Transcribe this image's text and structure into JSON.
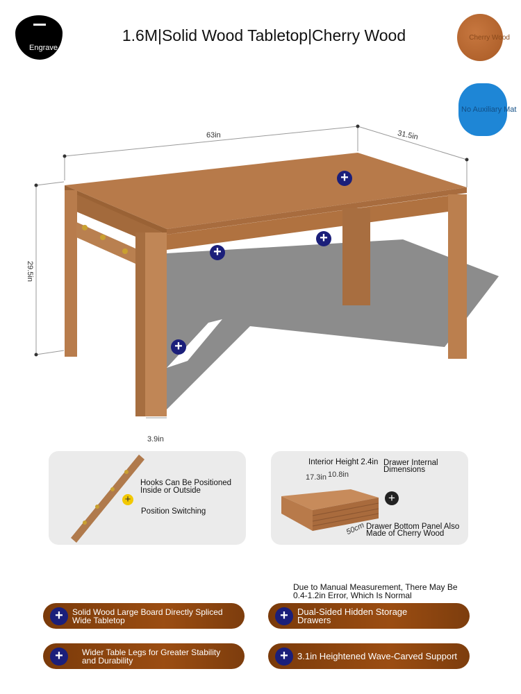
{
  "header": {
    "title": "1.6M|Solid Wood Tabletop|Cherry Wood",
    "engrave_label": "Engrave",
    "color_option": "Cherry Wood",
    "mat_option": "No Auxiliary Mat"
  },
  "dimensions": {
    "length": "63in",
    "width": "31.5in",
    "height": "29.5in",
    "leg": "3.9in"
  },
  "hooks_card": {
    "line1": "Hooks Can Be Positioned",
    "line2": "Inside or Outside",
    "switch": "Position Switching"
  },
  "drawer_card": {
    "interior_height": "Interior Height 2.4in",
    "title1": "Drawer Internal",
    "title2": "Dimensions",
    "d1": "17.3in",
    "d2": "10.8in",
    "d3": "50cm",
    "bottom1": "Drawer Bottom Panel Also",
    "bottom2": "Made of Cherry Wood"
  },
  "note": {
    "line1": "Due to Manual Measurement, There May Be",
    "line2": "0.4-1.2in Error, Which Is Normal"
  },
  "features": [
    {
      "line1": "Solid Wood Large Board Directly Spliced",
      "line2": "Wide Tabletop"
    },
    {
      "line1": "Dual-Sided Hidden Storage",
      "line2": "Drawers"
    },
    {
      "line1": "Wider Table Legs for Greater Stability",
      "line2": "and Durability"
    },
    {
      "line1": "3.1in Heightened Wave-Carved Support",
      "line2": ""
    }
  ],
  "colors": {
    "wood": "#b77a4a",
    "pill": "#8a4411",
    "plus": "#1b1f7a",
    "mat": "#1e86d6"
  }
}
